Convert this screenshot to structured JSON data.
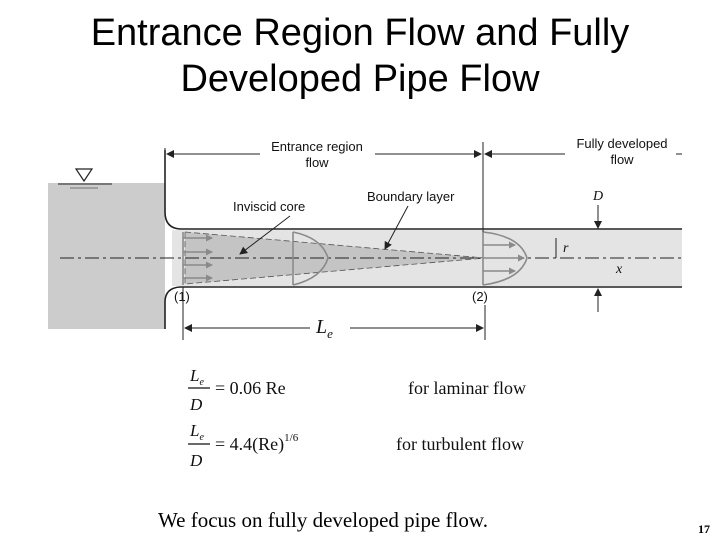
{
  "title_line1": "Entrance Region Flow and Fully",
  "title_line2": "Developed Pipe Flow",
  "diagram": {
    "entrance_region_line1": "Entrance region",
    "entrance_region_line2": "flow",
    "fully_developed_line1": "Fully developed",
    "fully_developed_line2": "flow",
    "inviscid_core": "Inviscid core",
    "boundary_layer": "Boundary layer",
    "label_D": "D",
    "label_r": "r",
    "label_x": "x",
    "station_1": "(1)",
    "station_2": "(2)",
    "length_symbol": "L",
    "length_subscript": "e"
  },
  "equations": {
    "laminar": {
      "num": "L",
      "num_sub": "e",
      "den": "D",
      "rhs": "= 0.06 Re",
      "condition": "for laminar flow"
    },
    "turbulent": {
      "num": "L",
      "num_sub": "e",
      "den": "D",
      "rhs": "= 4.4(Re)",
      "rhs_sup": "1/6",
      "condition": "for turbulent flow"
    }
  },
  "note": "We focus on fully developed pipe flow.",
  "page_number": "17",
  "colors": {
    "water": "#cccccc",
    "pipe_fill": "#dcdcdc",
    "line": "#222222",
    "profile": "#8a8a8a"
  }
}
